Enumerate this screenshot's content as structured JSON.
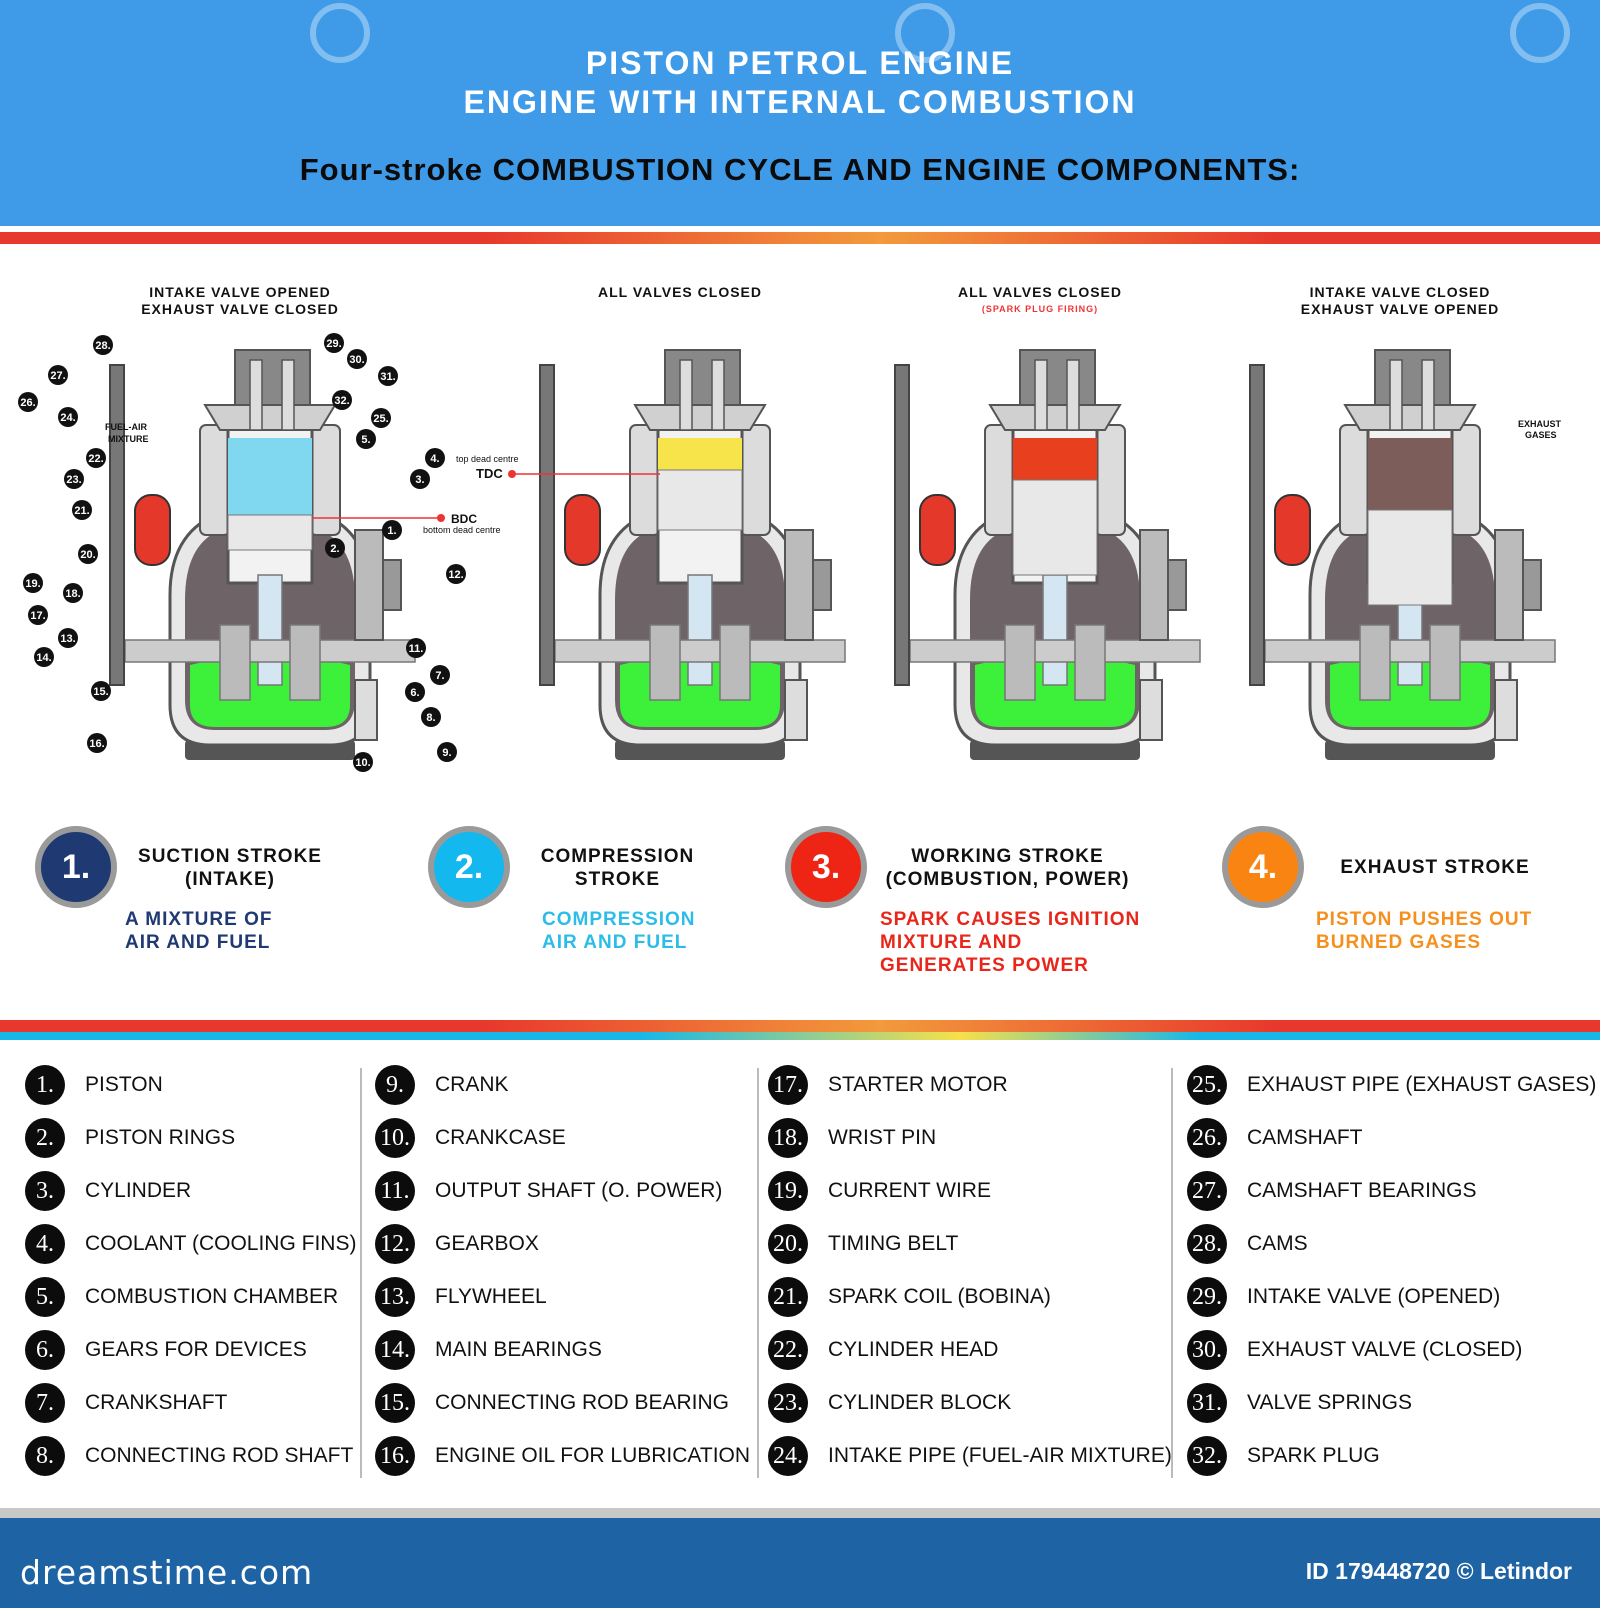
{
  "header": {
    "title_line1": "PISTON PETROL ENGINE",
    "title_line2": "ENGINE WITH INTERNAL COMBUSTION",
    "subtitle": "Four-stroke COMBUSTION CYCLE AND ENGINE COMPONENTS:"
  },
  "states": [
    {
      "line1": "INTAKE VALVE OPENED",
      "line2": "EXHAUST VALVE CLOSED",
      "note": ""
    },
    {
      "line1": "ALL VALVES CLOSED",
      "line2": "",
      "note": ""
    },
    {
      "line1": "ALL VALVES CLOSED",
      "line2": "",
      "note": "(SPARK PLUG FIRING)"
    },
    {
      "line1": "INTAKE VALVE CLOSED",
      "line2": "EXHAUST VALVE OPENED",
      "note": ""
    }
  ],
  "diagram_labels": {
    "fuel_air_1": "FUEL-AIR",
    "fuel_air_2": "MIXTURE",
    "exhaust_1": "EXHAUST",
    "exhaust_2": "GASES",
    "tdc_small": "top dead centre",
    "tdc": "TDC",
    "bdc": "BDC",
    "bdc_small": "bottom dead centre"
  },
  "callouts": [
    "28.",
    "29.",
    "30.",
    "27.",
    "31.",
    "26.",
    "32.",
    "24.",
    "25.",
    "5.",
    "22.",
    "4.",
    "23.",
    "3.",
    "21.",
    "1.",
    "2.",
    "20.",
    "12.",
    "19.",
    "18.",
    "17.",
    "13.",
    "11.",
    "14.",
    "7.",
    "15.",
    "6.",
    "8.",
    "16.",
    "9.",
    "10."
  ],
  "strokes": [
    {
      "number": "1.",
      "title_1": "SUCTION STROKE",
      "title_2": "(INTAKE)",
      "desc_1": "A MIXTURE OF",
      "desc_2": "AIR AND FUEL",
      "desc_3": "",
      "color": "#1f3a73",
      "desc_color": "#1f3a73"
    },
    {
      "number": "2.",
      "title_1": "COMPRESSION",
      "title_2": "STROKE",
      "desc_1": "COMPRESSION",
      "desc_2": "AIR AND FUEL",
      "desc_3": "",
      "color": "#13b8ef",
      "desc_color": "#2bbde8"
    },
    {
      "number": "3.",
      "title_1": "WORKING STROKE",
      "title_2": "(COMBUSTION, POWER)",
      "desc_1": "SPARK CAUSES IGNITION",
      "desc_2": "MIXTURE AND",
      "desc_3": "GENERATES POWER",
      "color": "#ee2414",
      "desc_color": "#e8261a"
    },
    {
      "number": "4.",
      "title_1": "EXHAUST STROKE",
      "title_2": "",
      "desc_1": "PISTON PUSHES OUT",
      "desc_2": "BURNED GASES",
      "desc_3": "",
      "color": "#f98412",
      "desc_color": "#f5901e"
    }
  ],
  "legend": [
    [
      {
        "num": "1.",
        "label": "PISTON"
      },
      {
        "num": "2.",
        "label": "PISTON RINGS"
      },
      {
        "num": "3.",
        "label": "CYLINDER"
      },
      {
        "num": "4.",
        "label": "COOLANT (COOLING FINS)"
      },
      {
        "num": "5.",
        "label": "COMBUSTION CHAMBER"
      },
      {
        "num": "6.",
        "label": "GEARS FOR DEVICES"
      },
      {
        "num": "7.",
        "label": "CRANKSHAFT"
      },
      {
        "num": "8.",
        "label": "CONNECTING ROD SHAFT"
      }
    ],
    [
      {
        "num": "9.",
        "label": "CRANK"
      },
      {
        "num": "10.",
        "label": "CRANKCASE"
      },
      {
        "num": "11.",
        "label": "OUTPUT SHAFT (O. POWER)"
      },
      {
        "num": "12.",
        "label": "GEARBOX"
      },
      {
        "num": "13.",
        "label": "FLYWHEEL"
      },
      {
        "num": "14.",
        "label": "MAIN BEARINGS"
      },
      {
        "num": "15.",
        "label": "CONNECTING ROD BEARING"
      },
      {
        "num": "16.",
        "label": "ENGINE OIL FOR LUBRICATION"
      }
    ],
    [
      {
        "num": "17.",
        "label": "STARTER MOTOR"
      },
      {
        "num": "18.",
        "label": "WRIST PIN"
      },
      {
        "num": "19.",
        "label": "CURRENT WIRE"
      },
      {
        "num": "20.",
        "label": "TIMING BELT"
      },
      {
        "num": "21.",
        "label": "SPARK COIL (BOBINA)"
      },
      {
        "num": "22.",
        "label": "CYLINDER HEAD"
      },
      {
        "num": "23.",
        "label": "CYLINDER BLOCK"
      },
      {
        "num": "24.",
        "label": "INTAKE PIPE (FUEL-AIR MIXTURE)"
      }
    ],
    [
      {
        "num": "25.",
        "label": "EXHAUST PIPE (EXHAUST GASES)"
      },
      {
        "num": "26.",
        "label": "CAMSHAFT"
      },
      {
        "num": "27.",
        "label": "CAMSHAFT BEARINGS"
      },
      {
        "num": "28.",
        "label": "CAMS"
      },
      {
        "num": "29.",
        "label": "INTAKE VALVE (OPENED)"
      },
      {
        "num": "30.",
        "label": "EXHAUST VALVE (CLOSED)"
      },
      {
        "num": "31.",
        "label": "VALVE SPRINGS"
      },
      {
        "num": "32.",
        "label": "SPARK PLUG"
      }
    ]
  ],
  "footer": {
    "logo": "dreamstime.com",
    "id_text": "ID 179448720 © Letindor"
  },
  "colors": {
    "header_bg": "#3f9be8",
    "footer_bg": "#1e63a3",
    "oil": "#3df03a",
    "engine_grey": "#6e6468",
    "intake_mix": "#7fd7f0",
    "combustion": "#e8401e"
  }
}
